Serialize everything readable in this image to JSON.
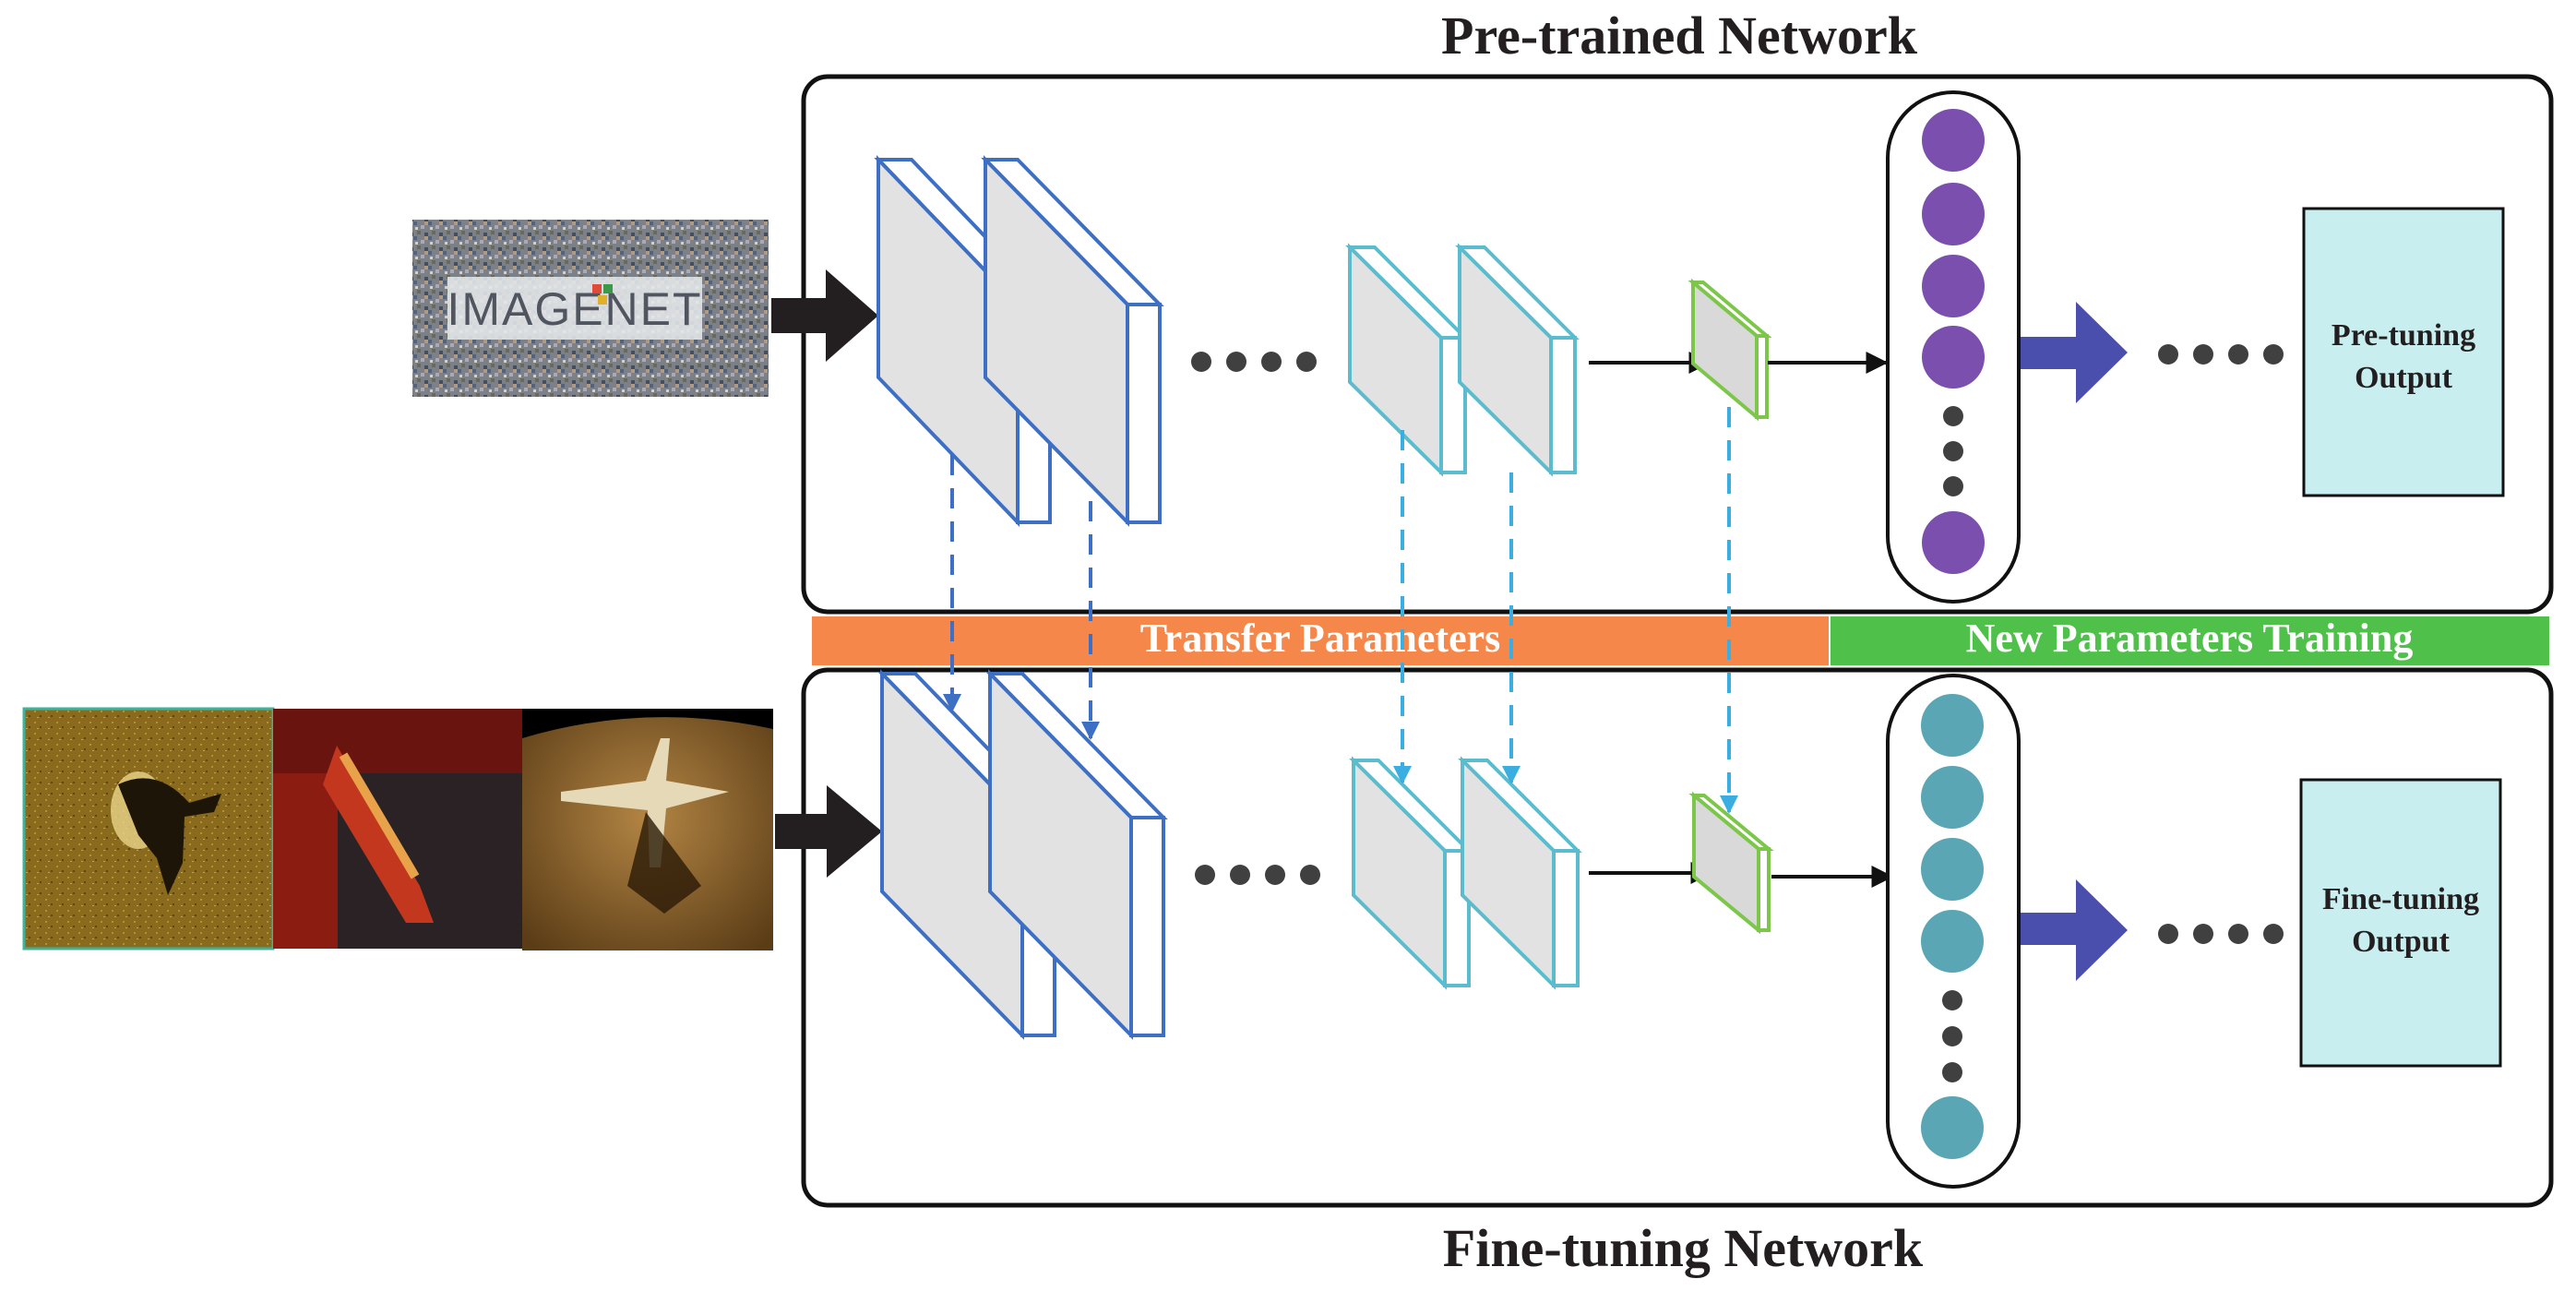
{
  "titles": {
    "top": "Pre-trained Network",
    "bottom": "Fine-tuning Network"
  },
  "bands": {
    "transfer": "Transfer Parameters",
    "new_training": "New Parameters Training"
  },
  "outputs": {
    "pre": {
      "line1": "Pre-tuning",
      "line2": "Output"
    },
    "fine": {
      "line1": "Fine-tuning",
      "line2": "Output"
    }
  },
  "input_images": {
    "imagenet_logo": "IMAGENET"
  },
  "colors": {
    "transfer_band": "#f5874a",
    "new_band": "#4fc04a",
    "conv_blue": "#3d6fc4",
    "conv_cyan": "#5bbccd",
    "conv_green": "#7cc64a",
    "neuron_purple": "#7a4fae",
    "neuron_teal": "#5aa6b4",
    "output_fill": "#c9eef0",
    "fc_arrow": "#4a4fae",
    "dashed_arrow": "#3aaee0"
  }
}
